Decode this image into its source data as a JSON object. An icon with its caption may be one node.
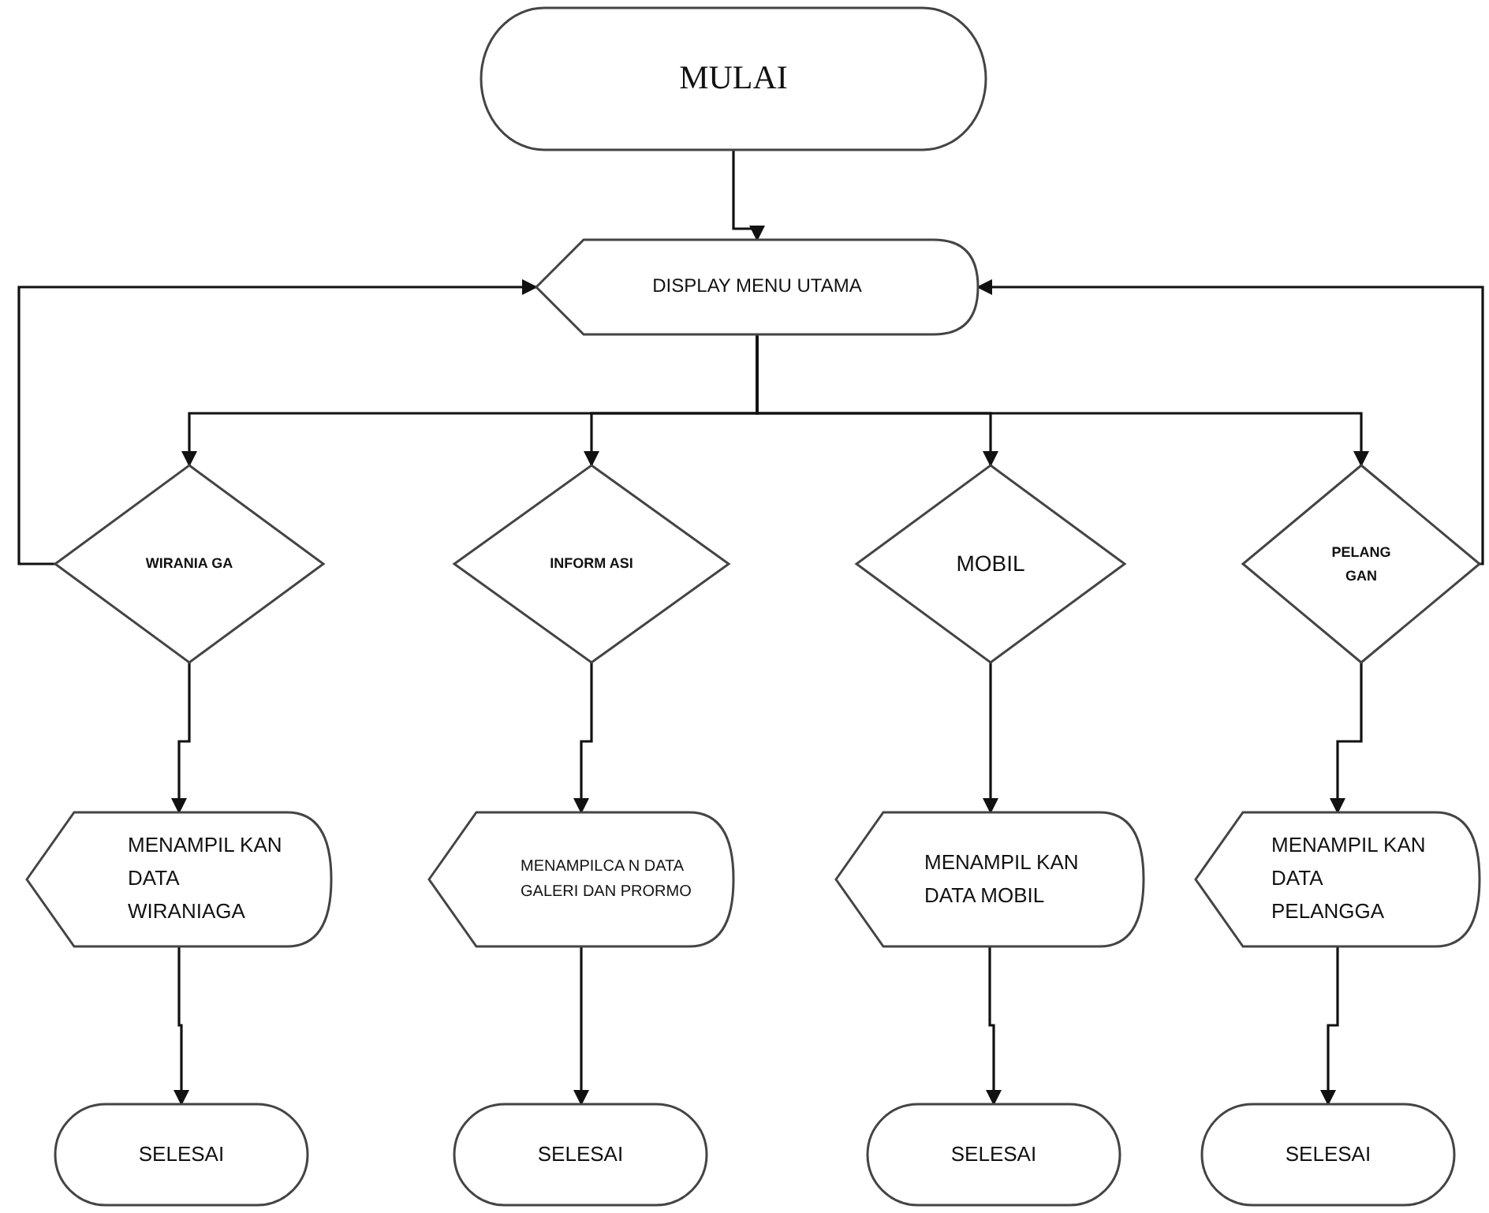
{
  "diagram": {
    "nodes": [
      {
        "text": [
          "MULAI"
        ]
      },
      {
        "text": [
          "DISPLAY MENU UTAMA"
        ]
      },
      {
        "text": [
          "WIRANIA GA"
        ]
      },
      {
        "text": [
          "INFORM ASI"
        ]
      },
      {
        "text": [
          "MOBIL"
        ]
      },
      {
        "text": [
          "PELANG GAN"
        ]
      },
      {
        "text": [
          "MENAMPIL KAN DATA WIRANIAGA"
        ]
      },
      {
        "text": [
          "MENAMPILCA N DATA GALERI DAN PRORMO"
        ]
      },
      {
        "text": [
          "MENAMPIL KAN DATA MOBIL"
        ]
      },
      {
        "text": [
          "MENAMPIL KAN DATA PELANGGA"
        ]
      },
      {
        "text": [
          "SELESAI"
        ]
      },
      {
        "text": [
          "SELESAI"
        ]
      },
      {
        "text": [
          "SELESAI"
        ]
      },
      {
        "text": [
          "SELESAI"
        ]
      }
    ],
    "edges": [
      {
        "from": 0,
        "to": 1,
        "arrow": "to"
      },
      {
        "from": 1,
        "to": 2,
        "arrow": "to"
      },
      {
        "from": 1,
        "to": 3,
        "arrow": "to"
      },
      {
        "from": 1,
        "to": 4,
        "arrow": "to"
      },
      {
        "from": 1,
        "to": 5,
        "arrow": "to"
      },
      {
        "from": 2,
        "to": 6,
        "arrow": "to"
      },
      {
        "from": 3,
        "to": 7,
        "arrow": "to"
      },
      {
        "from": 4,
        "to": 8,
        "arrow": "to"
      },
      {
        "from": 5,
        "to": 9,
        "arrow": "to"
      },
      {
        "from": 6,
        "to": 10,
        "arrow": "to"
      },
      {
        "from": 7,
        "to": 11,
        "arrow": "to"
      },
      {
        "from": 8,
        "to": 12,
        "arrow": "to"
      },
      {
        "from": 9,
        "to": 13,
        "arrow": "to"
      },
      {
        "from": 2,
        "to": 1,
        "arrow": "to"
      },
      {
        "from": 5,
        "to": 1,
        "arrow": "to"
      }
    ]
  }
}
